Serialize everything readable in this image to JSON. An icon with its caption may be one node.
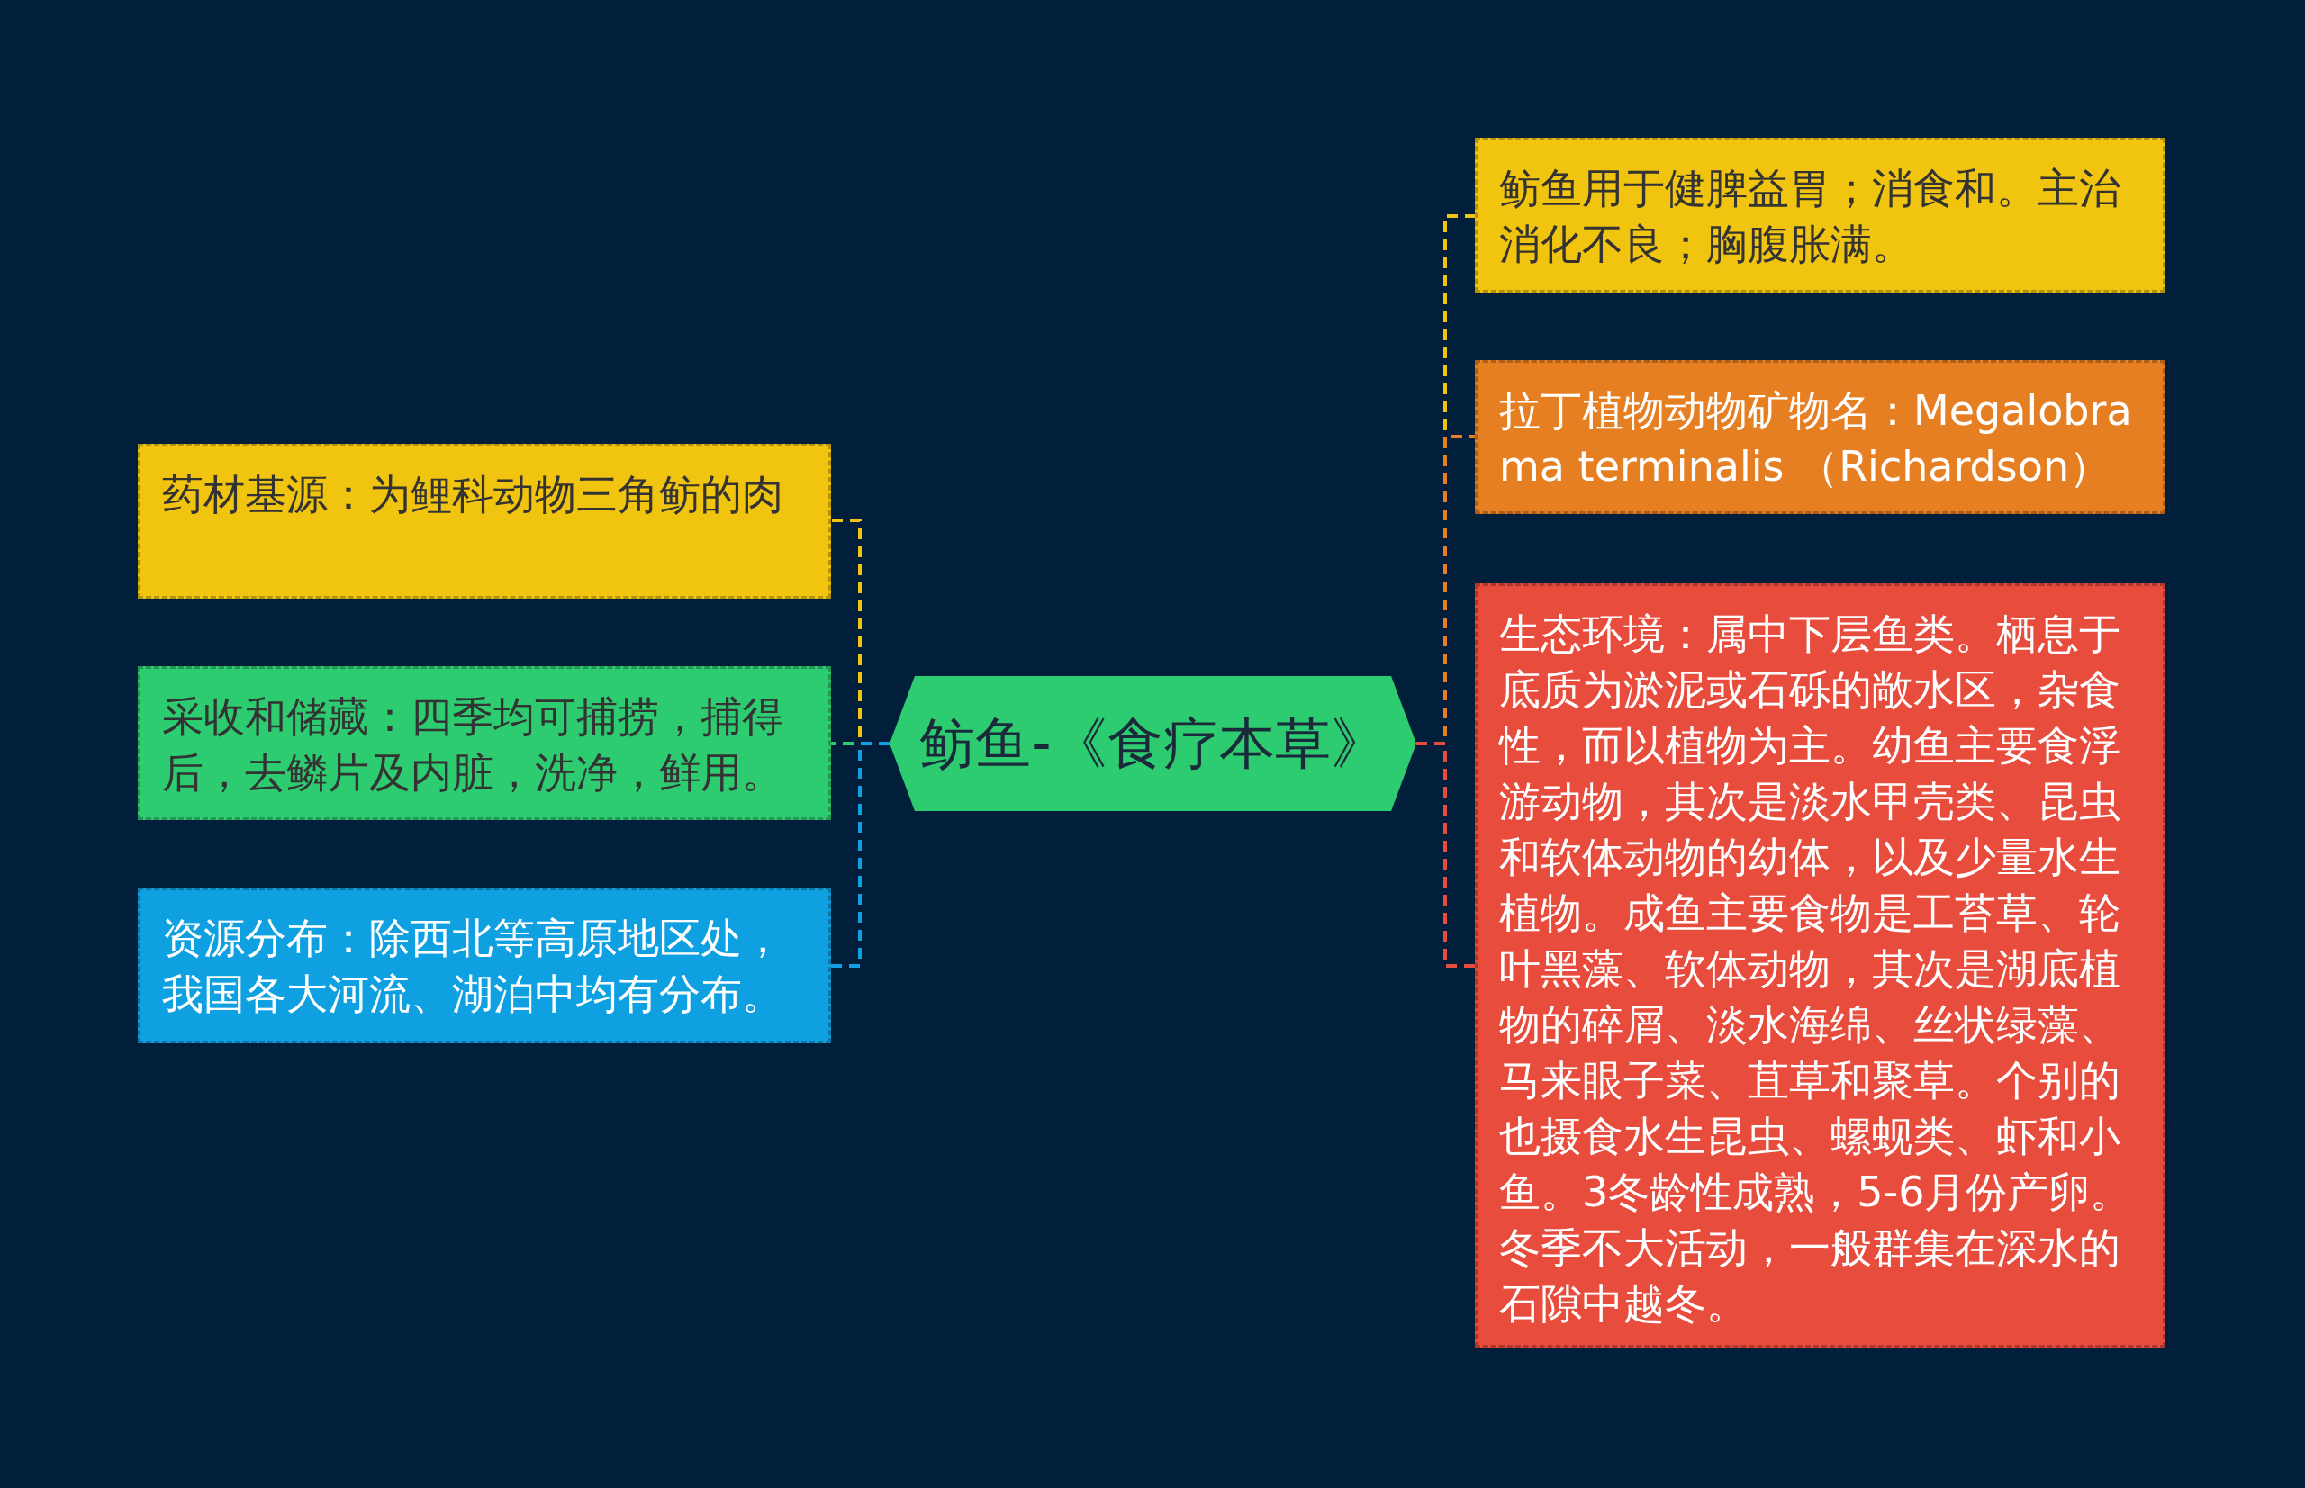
{
  "diagram": {
    "nodes": [
      {
        "text": [
          "鲂鱼-《食疗本草》"
        ]
      },
      {
        "text": [
          "药材基源：为鲤科动物三角鲂的肉"
        ]
      },
      {
        "text": [
          "采收和储藏：四季均可捕捞，捕得后，去鳞片及内脏，洗净，鲜用。"
        ]
      },
      {
        "text": [
          "资源分布：除西北等高原地区处，我国各大河流、湖泊中均有分布。"
        ]
      },
      {
        "text": [
          "鲂鱼用于健脾益胃；消食和。主治消化不良；胸腹胀满。"
        ]
      },
      {
        "text": [
          "拉丁植物动物矿物名：Megalobrama terminalis （Richardson）"
        ]
      },
      {
        "text": [
          "生态环境：属中下层鱼类。栖息于底质为淤泥或石砾的敞水区，杂食性，而以植物为主。幼鱼主要食浮游动物，其次是淡水甲壳类、昆虫和软体动物的幼体，以及少量水生植物。成鱼主要食物是工苔草、轮叶黑藻、软体动物，其次是湖底植物的碎屑、淡水海绵、丝状绿藻、马来眼子菜、苴草和聚草。个别的也摄食水生昆虫、螺蚬类、虾和小鱼。3冬龄性成熟，5-6月份产卵。冬季不大活动，一般群集在深水的石隙中越冬。"
        ]
      }
    ],
    "edges": [
      {
        "from": 0,
        "to": 1,
        "arrow": "none",
        "style": "dashed",
        "color": "#f1c40f"
      },
      {
        "from": 0,
        "to": 2,
        "arrow": "none",
        "style": "dashed",
        "color": "#2ecc71"
      },
      {
        "from": 0,
        "to": 3,
        "arrow": "none",
        "style": "dashed",
        "color": "#0ea0e0"
      },
      {
        "from": 0,
        "to": 4,
        "arrow": "none",
        "style": "dashed",
        "color": "#f1c40f"
      },
      {
        "from": 0,
        "to": 5,
        "arrow": "none",
        "style": "dashed",
        "color": "#e67e22"
      },
      {
        "from": 0,
        "to": 6,
        "arrow": "none",
        "style": "dashed",
        "color": "#e74c3c"
      }
    ]
  }
}
